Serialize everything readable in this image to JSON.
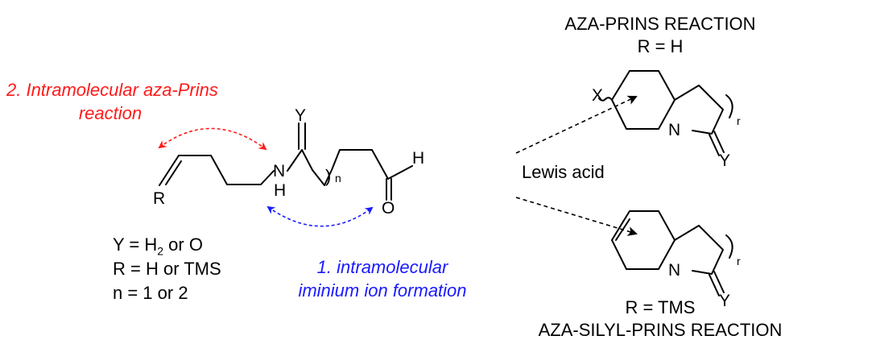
{
  "labels": {
    "aza_prins_title": "AZA-PRINS REACTION",
    "aza_prins_condition": "R = H",
    "silyl_prins_condition": "R = TMS",
    "silyl_prins_title": "AZA-SILYL-PRINS REACTION",
    "step2_line1": "2. Intramolecular aza-Prins",
    "step2_line2": "reaction",
    "step1_line1": "1. intramolecular",
    "step1_line2": "iminium ion formation",
    "reagent": "Lewis acid"
  },
  "conditions": [
    {
      "prefix": "Y = H",
      "sub": "2",
      "suffix": " or O"
    },
    {
      "text": "R = H or TMS"
    },
    {
      "text": "n = 1 or 2"
    }
  ],
  "atoms": {
    "Y": "Y",
    "N": "N",
    "H": "H",
    "O": "O",
    "R": "R",
    "n": "n",
    "X": "X",
    "r": "r"
  },
  "colors": {
    "red_arrow": "#ff1a1a",
    "blue_arrow": "#1a1aff",
    "ink": "#000000"
  }
}
